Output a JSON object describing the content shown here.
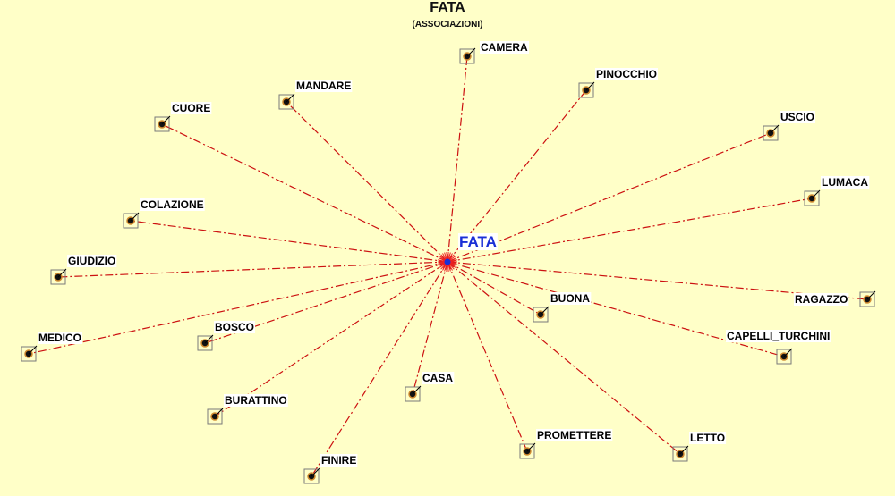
{
  "title": "FATA",
  "subtitle": "(ASSOCIAZIONI)",
  "colors": {
    "background": "#ffffc8",
    "edge": "#cc1111",
    "center_node": "#1a2fd6",
    "node_dot": "#111111",
    "node_ring": "#d08a30",
    "label_bg": "#ffffff"
  },
  "center": {
    "label": "FATA"
  },
  "nodes": [
    {
      "label": "CAMERA"
    },
    {
      "label": "PINOCCHIO"
    },
    {
      "label": "MANDARE"
    },
    {
      "label": "CUORE"
    },
    {
      "label": "USCIO"
    },
    {
      "label": "LUMACA"
    },
    {
      "label": "COLAZIONE"
    },
    {
      "label": "GIUDIZIO"
    },
    {
      "label": "RAGAZZO"
    },
    {
      "label": "BUONA"
    },
    {
      "label": "MEDICO"
    },
    {
      "label": "BOSCO"
    },
    {
      "label": "CAPELLI_TURCHINI"
    },
    {
      "label": "CASA"
    },
    {
      "label": "BURATTINO"
    },
    {
      "label": "PROMETTERE"
    },
    {
      "label": "LETTO"
    },
    {
      "label": "FINIRE"
    }
  ]
}
